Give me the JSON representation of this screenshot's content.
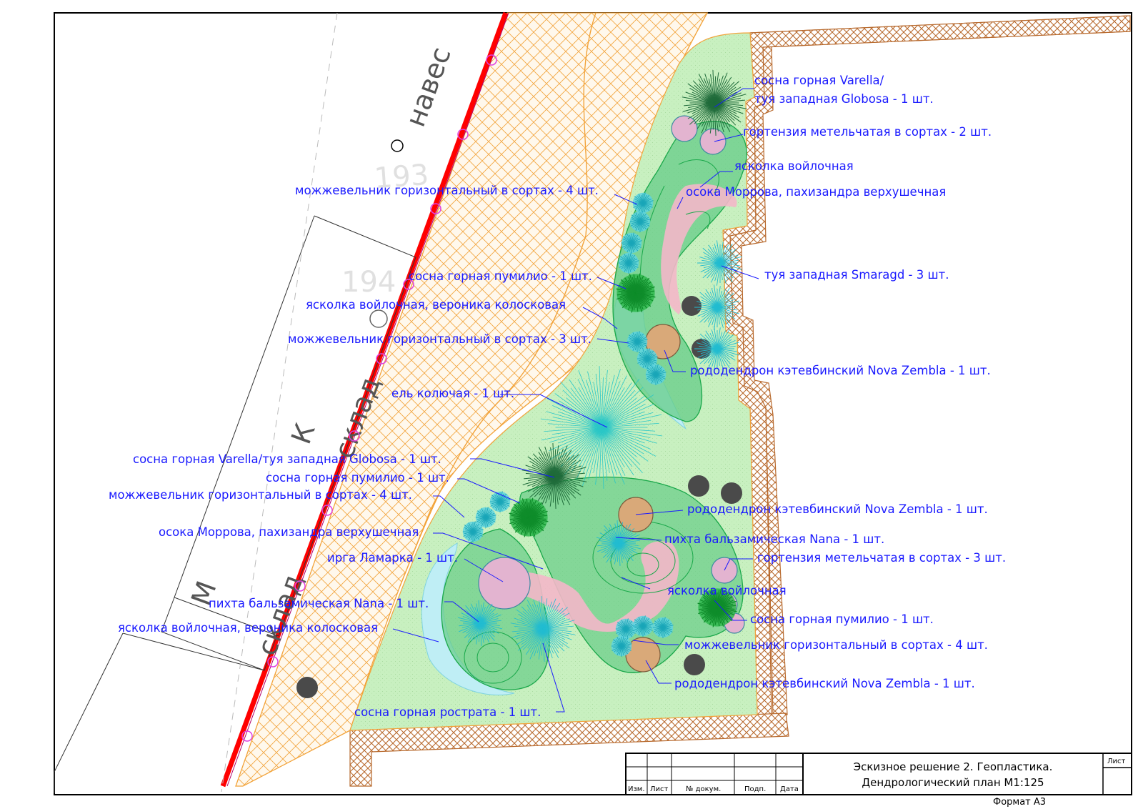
{
  "drawing": {
    "labels": [
      {
        "id": "l1a",
        "text": "сосна горная Varella/"
      },
      {
        "id": "l1b",
        "text": "туя западная Globosa - 1 шт."
      },
      {
        "id": "l2",
        "text": "гортензия метельчатая в сортах - 2 шт."
      },
      {
        "id": "l3",
        "text": "ясколка войлочная"
      },
      {
        "id": "l4",
        "text": "осока Моррова, пахизандра верхушечная"
      },
      {
        "id": "l5",
        "text": "можжевельник горизонтальный в сортах - 4 шт."
      },
      {
        "id": "l6",
        "text": "туя западная  Smaragd - 3 шт."
      },
      {
        "id": "l7",
        "text": "сосна горная пумилио - 1 шт."
      },
      {
        "id": "l8",
        "text": "ясколка войлочная, вероника колосковая"
      },
      {
        "id": "l9",
        "text": "можжевельник горизонтальный в сортах - 3 шт."
      },
      {
        "id": "l10",
        "text": "рододендрон кэтевбинский Nova Zembla - 1 шт."
      },
      {
        "id": "l11",
        "text": "ель колючая - 1 шт."
      },
      {
        "id": "l12",
        "text": "сосна горная Varella/туя западная Globosa - 1 шт."
      },
      {
        "id": "l13",
        "text": "сосна горная пумилио - 1 шт."
      },
      {
        "id": "l14",
        "text": "можжевельник горизонтальный в сортах - 4 шт."
      },
      {
        "id": "l15",
        "text": "рододендрон кэтевбинский Nova Zembla - 1 шт."
      },
      {
        "id": "l16",
        "text": "осока Моррова, пахизандра верхушечная"
      },
      {
        "id": "l17",
        "text": "пихта бальзамическая Nana - 1 шт."
      },
      {
        "id": "l18",
        "text": "ирга Ламарка - 1 шт."
      },
      {
        "id": "l19",
        "text": "гортензия метельчатая в сортах - 3 шт."
      },
      {
        "id": "l20",
        "text": "ясколка войлочная"
      },
      {
        "id": "l21",
        "text": "пихта бальзамическая Nana - 1 шт."
      },
      {
        "id": "l22",
        "text": "сосна горная пумилио - 1 шт."
      },
      {
        "id": "l23",
        "text": "ясколка войлочная, вероника колосковая"
      },
      {
        "id": "l24",
        "text": "можжевельник горизонтальный в сортах - 4 шт."
      },
      {
        "id": "l25",
        "text": "рододендрон кэтевбинский Nova Zembla - 1 шт."
      },
      {
        "id": "l26",
        "text": "сосна горная рострата - 1 шт."
      }
    ],
    "site": {
      "canopy": "навес",
      "num_193": "193",
      "num_194": "194",
      "warehouse": "склад",
      "k": "К",
      "m": "М"
    }
  },
  "title_block": {
    "cols": [
      "Изм.",
      "Лист",
      "№ докум.",
      "Подп.",
      "Дата"
    ],
    "sheet": "Лист",
    "title_line1": "Эскизное решение 2. Геопластика.",
    "title_line2": "Дендрологический план М1:125",
    "format": "Формат А3"
  },
  "colors": {
    "lawn": "#c8f0c0",
    "paving": "#f2a33a",
    "brick": "#b86a2e",
    "label": "#1a1aff",
    "boundary": "#ff0000"
  }
}
